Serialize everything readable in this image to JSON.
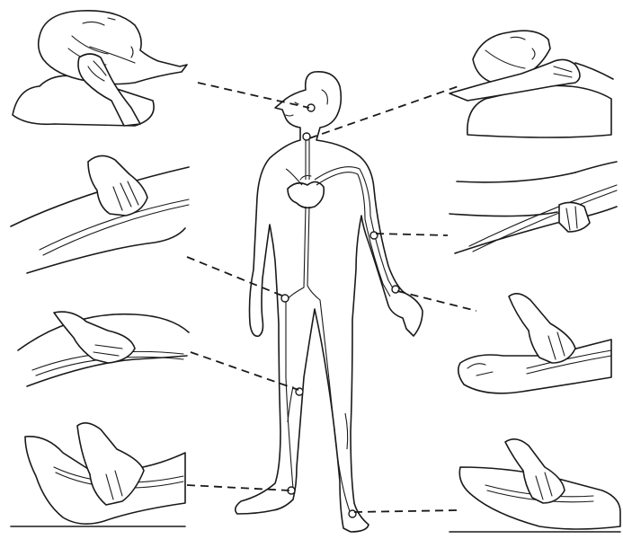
{
  "diagram": {
    "pulse_points": [
      {
        "id": "temporal",
        "side": "left"
      },
      {
        "id": "carotid",
        "side": "right"
      },
      {
        "id": "femoral",
        "side": "left"
      },
      {
        "id": "brachial",
        "side": "right"
      },
      {
        "id": "popliteal",
        "side": "left"
      },
      {
        "id": "radial",
        "side": "right"
      },
      {
        "id": "posterior-tibial",
        "side": "left"
      },
      {
        "id": "dorsalis-pedis",
        "side": "right"
      }
    ],
    "colors": {
      "line": "#1a1a1a",
      "background": "#ffffff"
    }
  }
}
